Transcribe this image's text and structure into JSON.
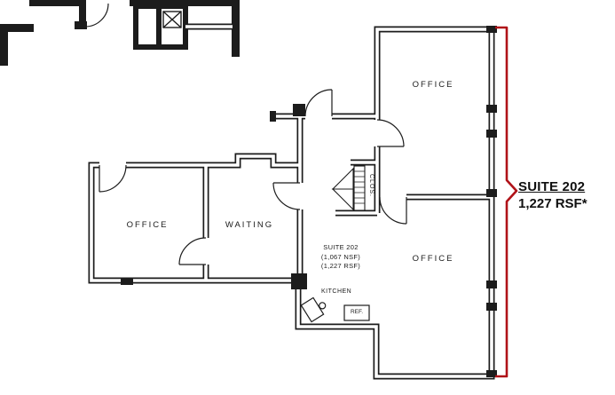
{
  "labels": {
    "office_top": "OFFICE",
    "office_left": "OFFICE",
    "office_bottom": "OFFICE",
    "waiting": "WAITING",
    "closet": "CLOS.",
    "kitchen": "KITCHEN",
    "refrigerator": "REF."
  },
  "suite_note": {
    "name": "SUITE 202",
    "nsf": "(1,067 NSF)",
    "rsf": "(1,227 RSF)"
  },
  "callout": {
    "suite": "SUITE 202",
    "area": "1,227 RSF*"
  },
  "colors": {
    "line": "#1c1c1c",
    "bracket": "#b01218",
    "background": "#ffffff"
  }
}
